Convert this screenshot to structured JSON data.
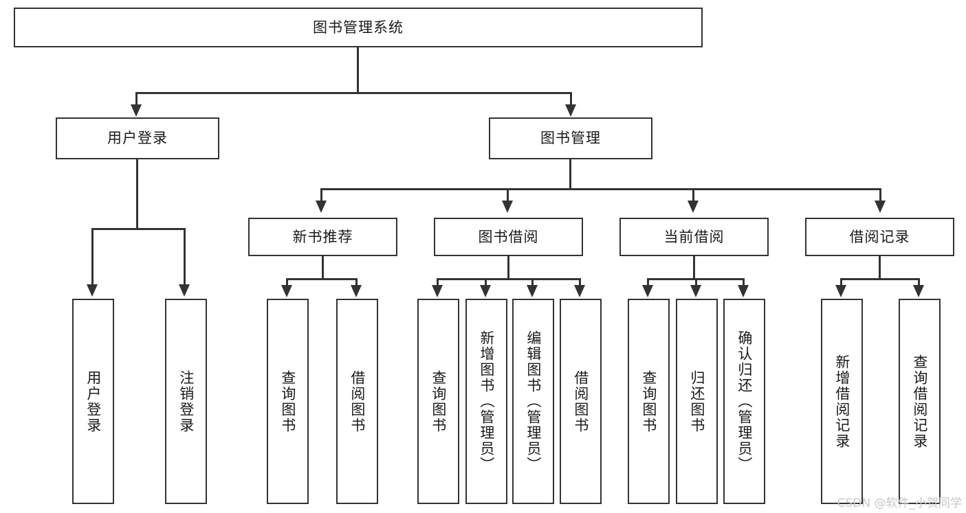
{
  "diagram": {
    "title": "图书管理系统",
    "root": {
      "label": "图书管理系统"
    },
    "level2": [
      {
        "label": "用户登录"
      },
      {
        "label": "图书管理"
      }
    ],
    "level3": [
      {
        "label": "新书推荐"
      },
      {
        "label": "图书借阅"
      },
      {
        "label": "当前借阅"
      },
      {
        "label": "借阅记录"
      }
    ],
    "leaves": {
      "user_login": [
        {
          "label": "用户登录"
        },
        {
          "label": "注销登录"
        }
      ],
      "new_book_recommend": [
        {
          "label": "查询图书"
        },
        {
          "label": "借阅图书"
        }
      ],
      "book_borrow": [
        {
          "label": "查询图书"
        },
        {
          "label": "新增图书（管理员）"
        },
        {
          "label": "编辑图书（管理员）"
        },
        {
          "label": "借阅图书"
        }
      ],
      "current_borrow": [
        {
          "label": "查询图书"
        },
        {
          "label": "归还图书"
        },
        {
          "label": "确认归还（管理员）"
        }
      ],
      "borrow_record": [
        {
          "label": "新增借阅记录"
        },
        {
          "label": "查询借阅记录"
        }
      ]
    },
    "colors": {
      "border": "#333333",
      "background": "#ffffff",
      "text": "#1a1a1a",
      "connector": "#333333",
      "watermark": "#c8c8c8"
    }
  },
  "watermark": {
    "text": "CSDN @软件_小贺同学"
  }
}
